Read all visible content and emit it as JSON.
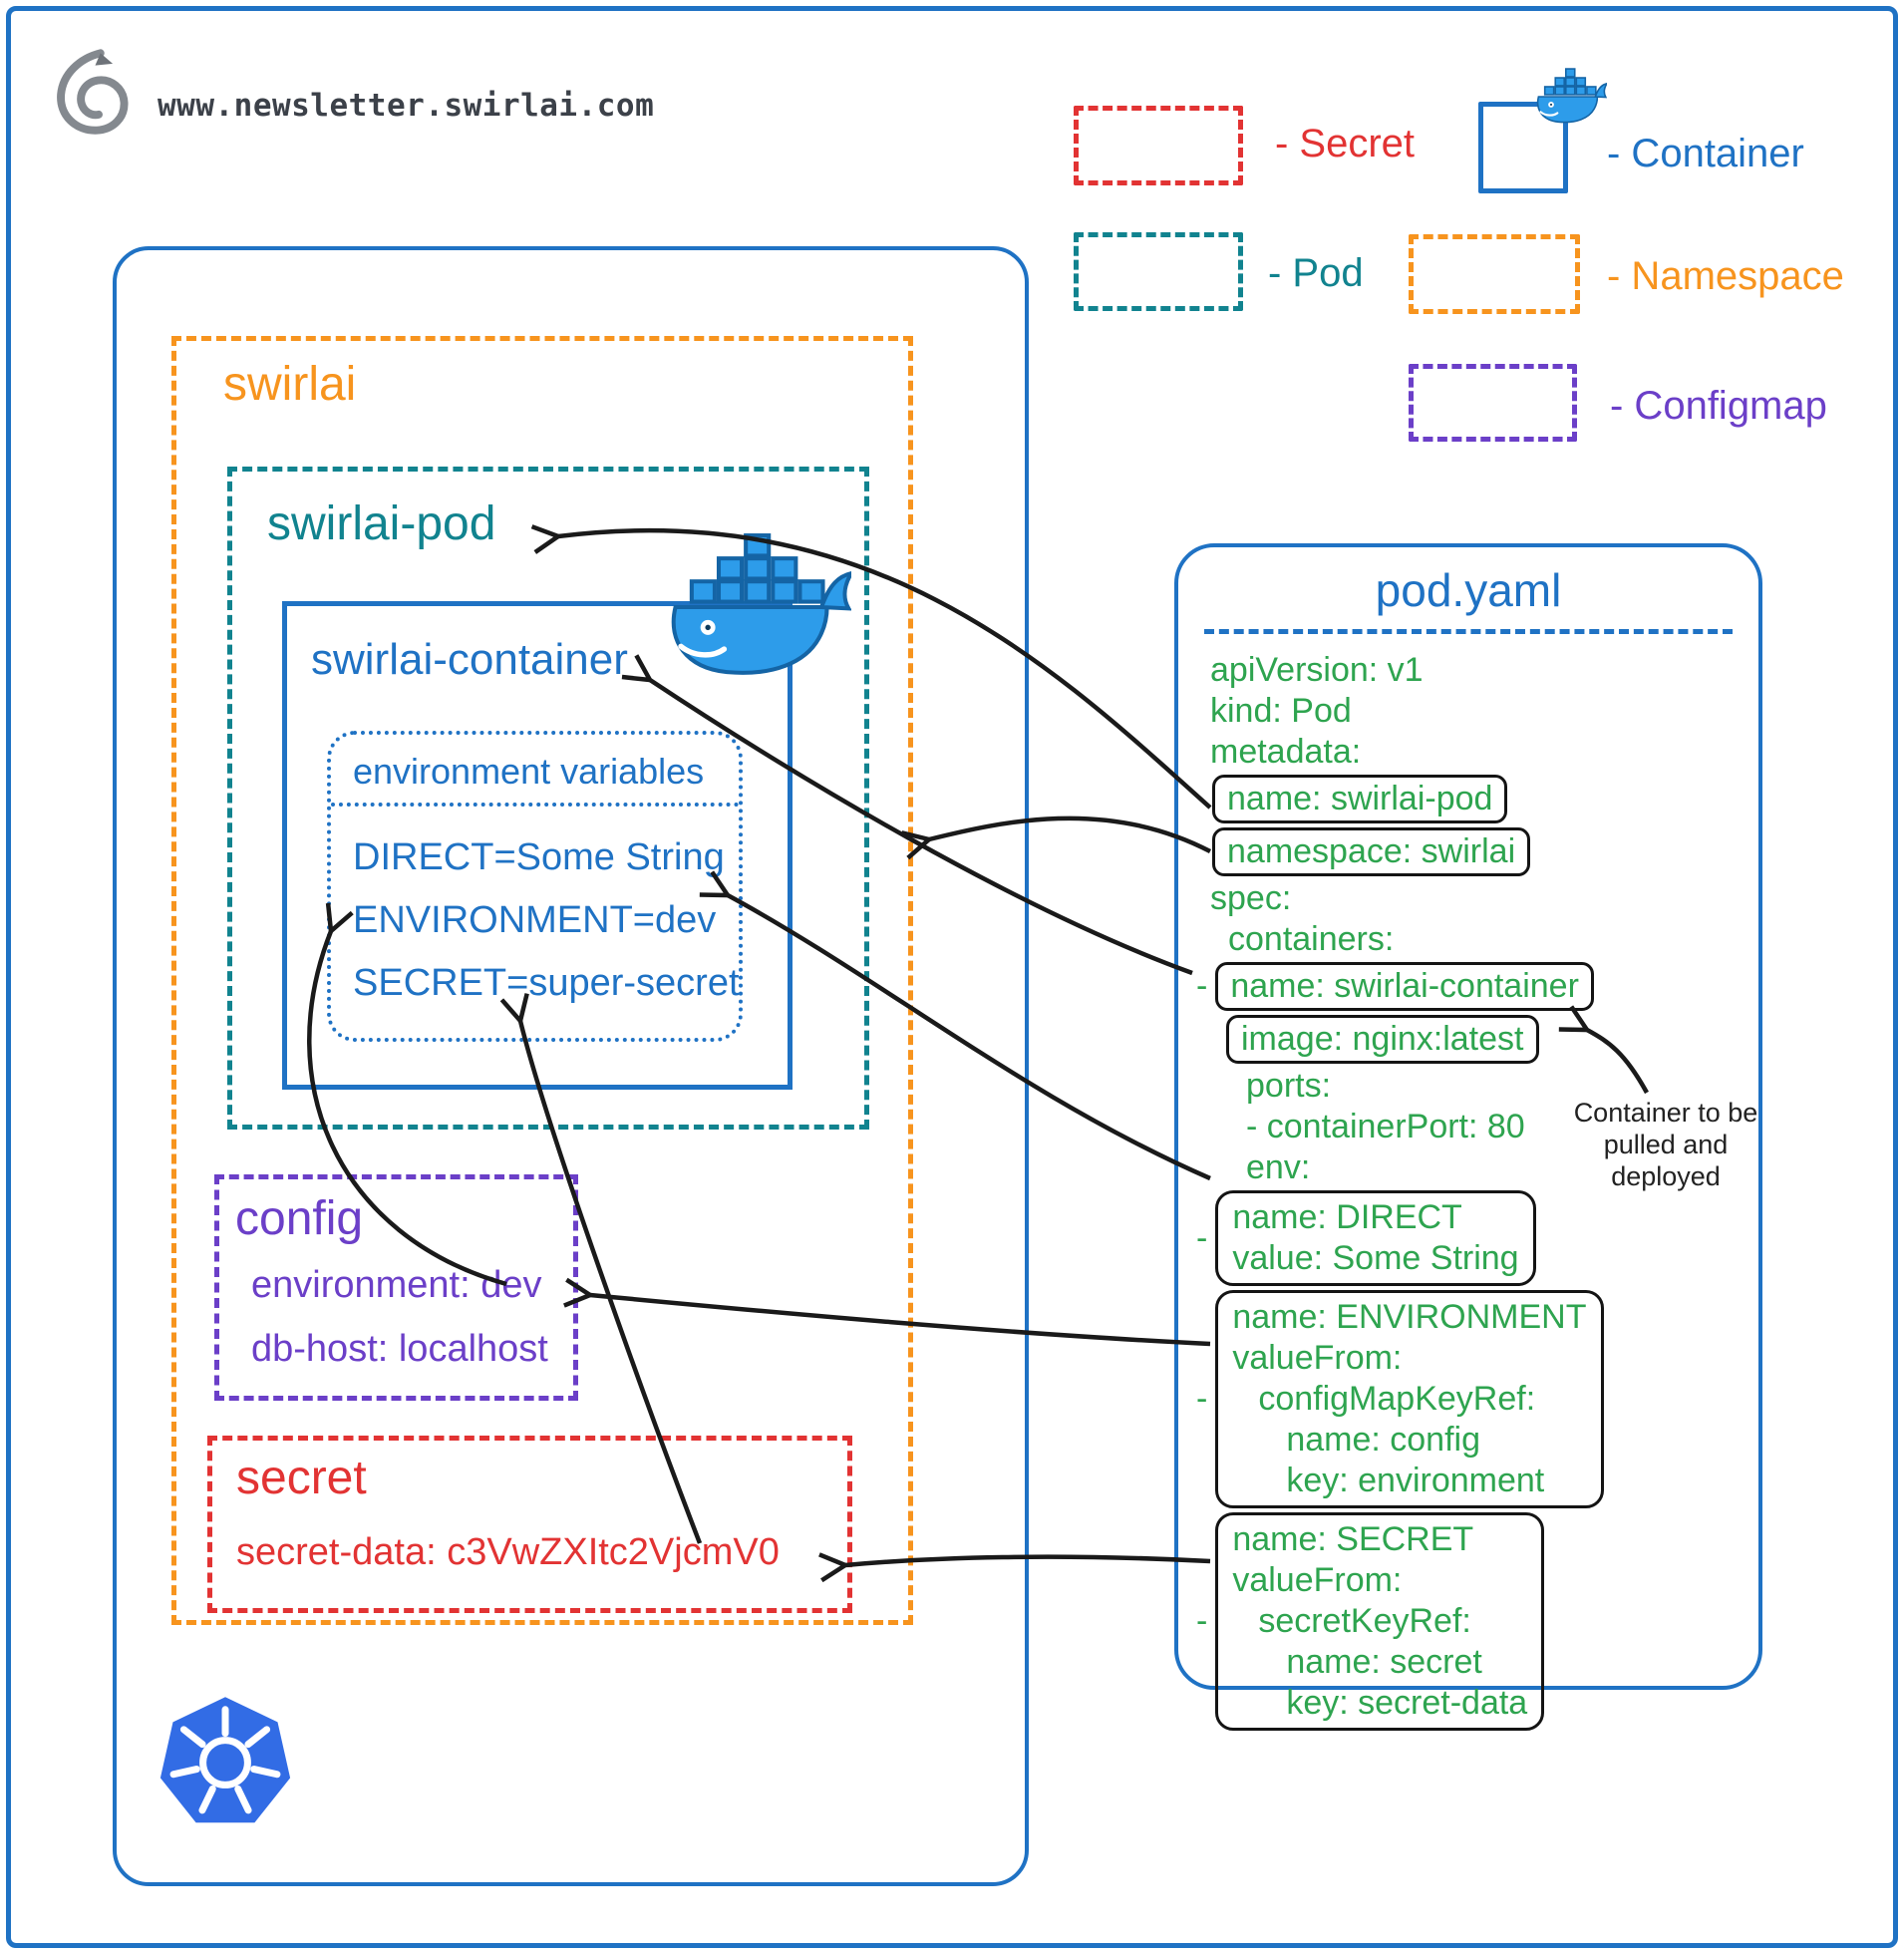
{
  "header": {
    "url": "www.newsletter.swirlai.com"
  },
  "legend": {
    "secret": {
      "label": "- Secret",
      "color": "#E23333"
    },
    "pod": {
      "label": "- Pod",
      "color": "#11838F"
    },
    "container": {
      "label": "- Container",
      "color": "#1F72C4"
    },
    "namespace": {
      "label": "- Namespace",
      "color": "#F7941E"
    },
    "configmap": {
      "label": "- Configmap",
      "color": "#6B3FC8"
    }
  },
  "cluster": {
    "namespace_label": "swirlai",
    "pod_label": "swirlai-pod",
    "container_label": "swirlai-container",
    "env_box": {
      "title": "environment variables",
      "vars": [
        "DIRECT=Some String",
        "ENVIRONMENT=dev",
        "SECRET=super-secret"
      ]
    },
    "configmap": {
      "title": "config",
      "entries": [
        "environment: dev",
        "db-host: localhost"
      ]
    },
    "secret": {
      "title": "secret",
      "entries": [
        "secret-data: c3VwZXItc2VjcmV0"
      ]
    }
  },
  "yaml": {
    "title": "pod.yaml",
    "lines": {
      "apiVersion": "apiVersion: v1",
      "kind": "kind: Pod",
      "metadata": "metadata:",
      "name_pod": "name: swirlai-pod",
      "namespace": "namespace: swirlai",
      "spec": "spec:",
      "containers": "containers:",
      "dash": "-",
      "name_container": "name: swirlai-container",
      "image": "image: nginx:latest",
      "ports": "ports:",
      "containerPort": "- containerPort: 80",
      "env": "env:",
      "direct_name": "name: DIRECT",
      "direct_value": "value: Some String",
      "env_name": "name: ENVIRONMENT",
      "env_valueFrom": "valueFrom:",
      "env_ref": "configMapKeyRef:",
      "env_ref_name": "name: config",
      "env_ref_key": "key: environment",
      "secret_name": "name: SECRET",
      "secret_valueFrom": "valueFrom:",
      "secret_ref": "secretKeyRef:",
      "secret_ref_name": "name: secret",
      "secret_ref_key": "key: secret-data"
    }
  },
  "annotation": {
    "line1": "Container to be",
    "line2": "pulled and",
    "line3": "deployed"
  },
  "icons": {
    "logo": "swirl-logo",
    "docker": "docker-whale-icon",
    "kubernetes": "kubernetes-wheel-icon"
  },
  "colors": {
    "blue": "#1F72C4",
    "teal": "#11838F",
    "orange": "#F7941E",
    "purple": "#6B3FC8",
    "red": "#E23333",
    "green": "#2EA44F",
    "docker": "#2D9CEA",
    "k8s": "#326CE5",
    "ink": "#1A1A1A"
  }
}
